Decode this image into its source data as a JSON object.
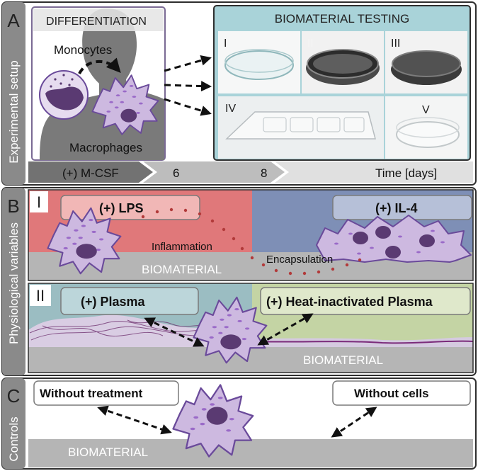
{
  "panel_a": {
    "letter": "A",
    "side_label": "Experimental setup",
    "differentiation_title": "DIFFERENTIATION",
    "monocytes_label": "Monocytes",
    "macrophages_label": "Macrophages",
    "testing_title": "BIOMATERIAL TESTING",
    "dish_labels": [
      "I",
      "II",
      "III",
      "IV",
      "V"
    ],
    "timeline": {
      "mcsf": "(+) M-CSF",
      "day6": "6",
      "day8": "8",
      "unit": "Time [days]"
    }
  },
  "panel_b": {
    "letter": "B",
    "side_label": "Physiological variables",
    "sub1": {
      "roman": "I",
      "lps": "(+) LPS",
      "il4": "(+) IL-4",
      "inflammation": "Inflammation",
      "encapsulation": "Encapsulation",
      "biomaterial": "BIOMATERIAL"
    },
    "sub2": {
      "roman": "II",
      "plasma": "(+) Plasma",
      "heat_plasma": "(+) Heat-inactivated Plasma",
      "biomaterial": "BIOMATERIAL"
    }
  },
  "panel_c": {
    "letter": "C",
    "side_label": "Controls",
    "without_treatment": "Without treatment",
    "without_cells": "Without cells",
    "biomaterial": "BIOMATERIAL"
  },
  "colors": {
    "side_bar": "#8a8a8a",
    "outline": "#2e2e2e",
    "cell_fill": "#cdb9e0",
    "cell_stroke": "#6a4a9a",
    "nucleus": "#5a3a72",
    "lps_bg": "#e0787a",
    "il4_bg": "#7e8fb6",
    "plasma_bg": "#9bbdc2",
    "heat_bg": "#c4d4a4",
    "biomaterial": "#b5b5b5",
    "testing_bg": "#a9d3d9"
  }
}
